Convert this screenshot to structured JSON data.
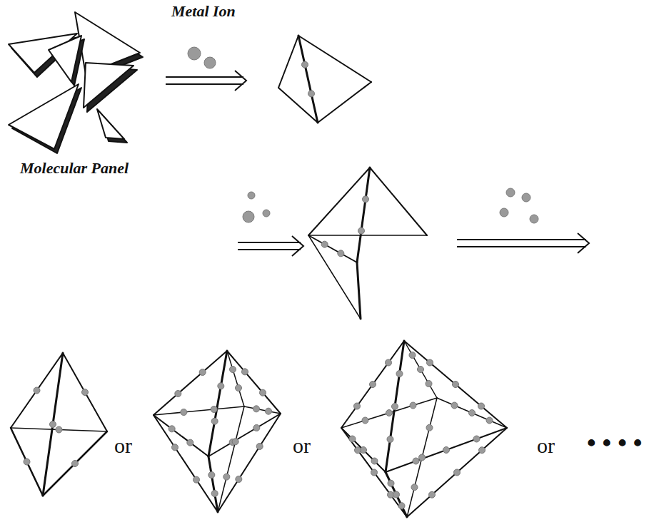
{
  "diagram": {
    "labels": [
      "Metal Ion",
      "Molecular Panel",
      "or",
      "or",
      "or",
      "• • • •"
    ]
  }
}
